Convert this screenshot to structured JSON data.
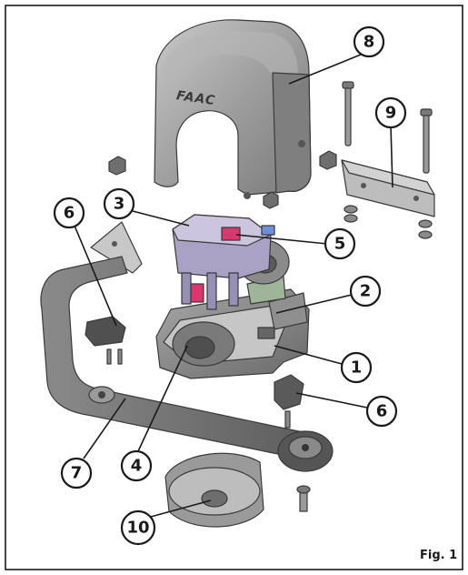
{
  "figure": {
    "label": "Fig. 1",
    "logo_text": "FAAC",
    "colors": {
      "housing": "#9c9c9c",
      "housing_dark": "#6e6e6e",
      "housing_light": "#c4c4c4",
      "bracket": "#b9b9b9",
      "board": "#a7a0c2",
      "accent_red": "#d9376e",
      "accent_blue": "#6f8fd8",
      "green": "#7f9a74",
      "arm": "#7b7b7b",
      "outline": "#1a1a1a"
    }
  },
  "callouts": [
    {
      "id": "c1",
      "number": "1"
    },
    {
      "id": "c2",
      "number": "2"
    },
    {
      "id": "c3",
      "number": "3"
    },
    {
      "id": "c4",
      "number": "4"
    },
    {
      "id": "c5",
      "number": "5"
    },
    {
      "id": "c6a",
      "number": "6"
    },
    {
      "id": "c6b",
      "number": "6"
    },
    {
      "id": "c7",
      "number": "7"
    },
    {
      "id": "c8",
      "number": "8"
    },
    {
      "id": "c9",
      "number": "9"
    },
    {
      "id": "c10",
      "number": "10"
    }
  ]
}
